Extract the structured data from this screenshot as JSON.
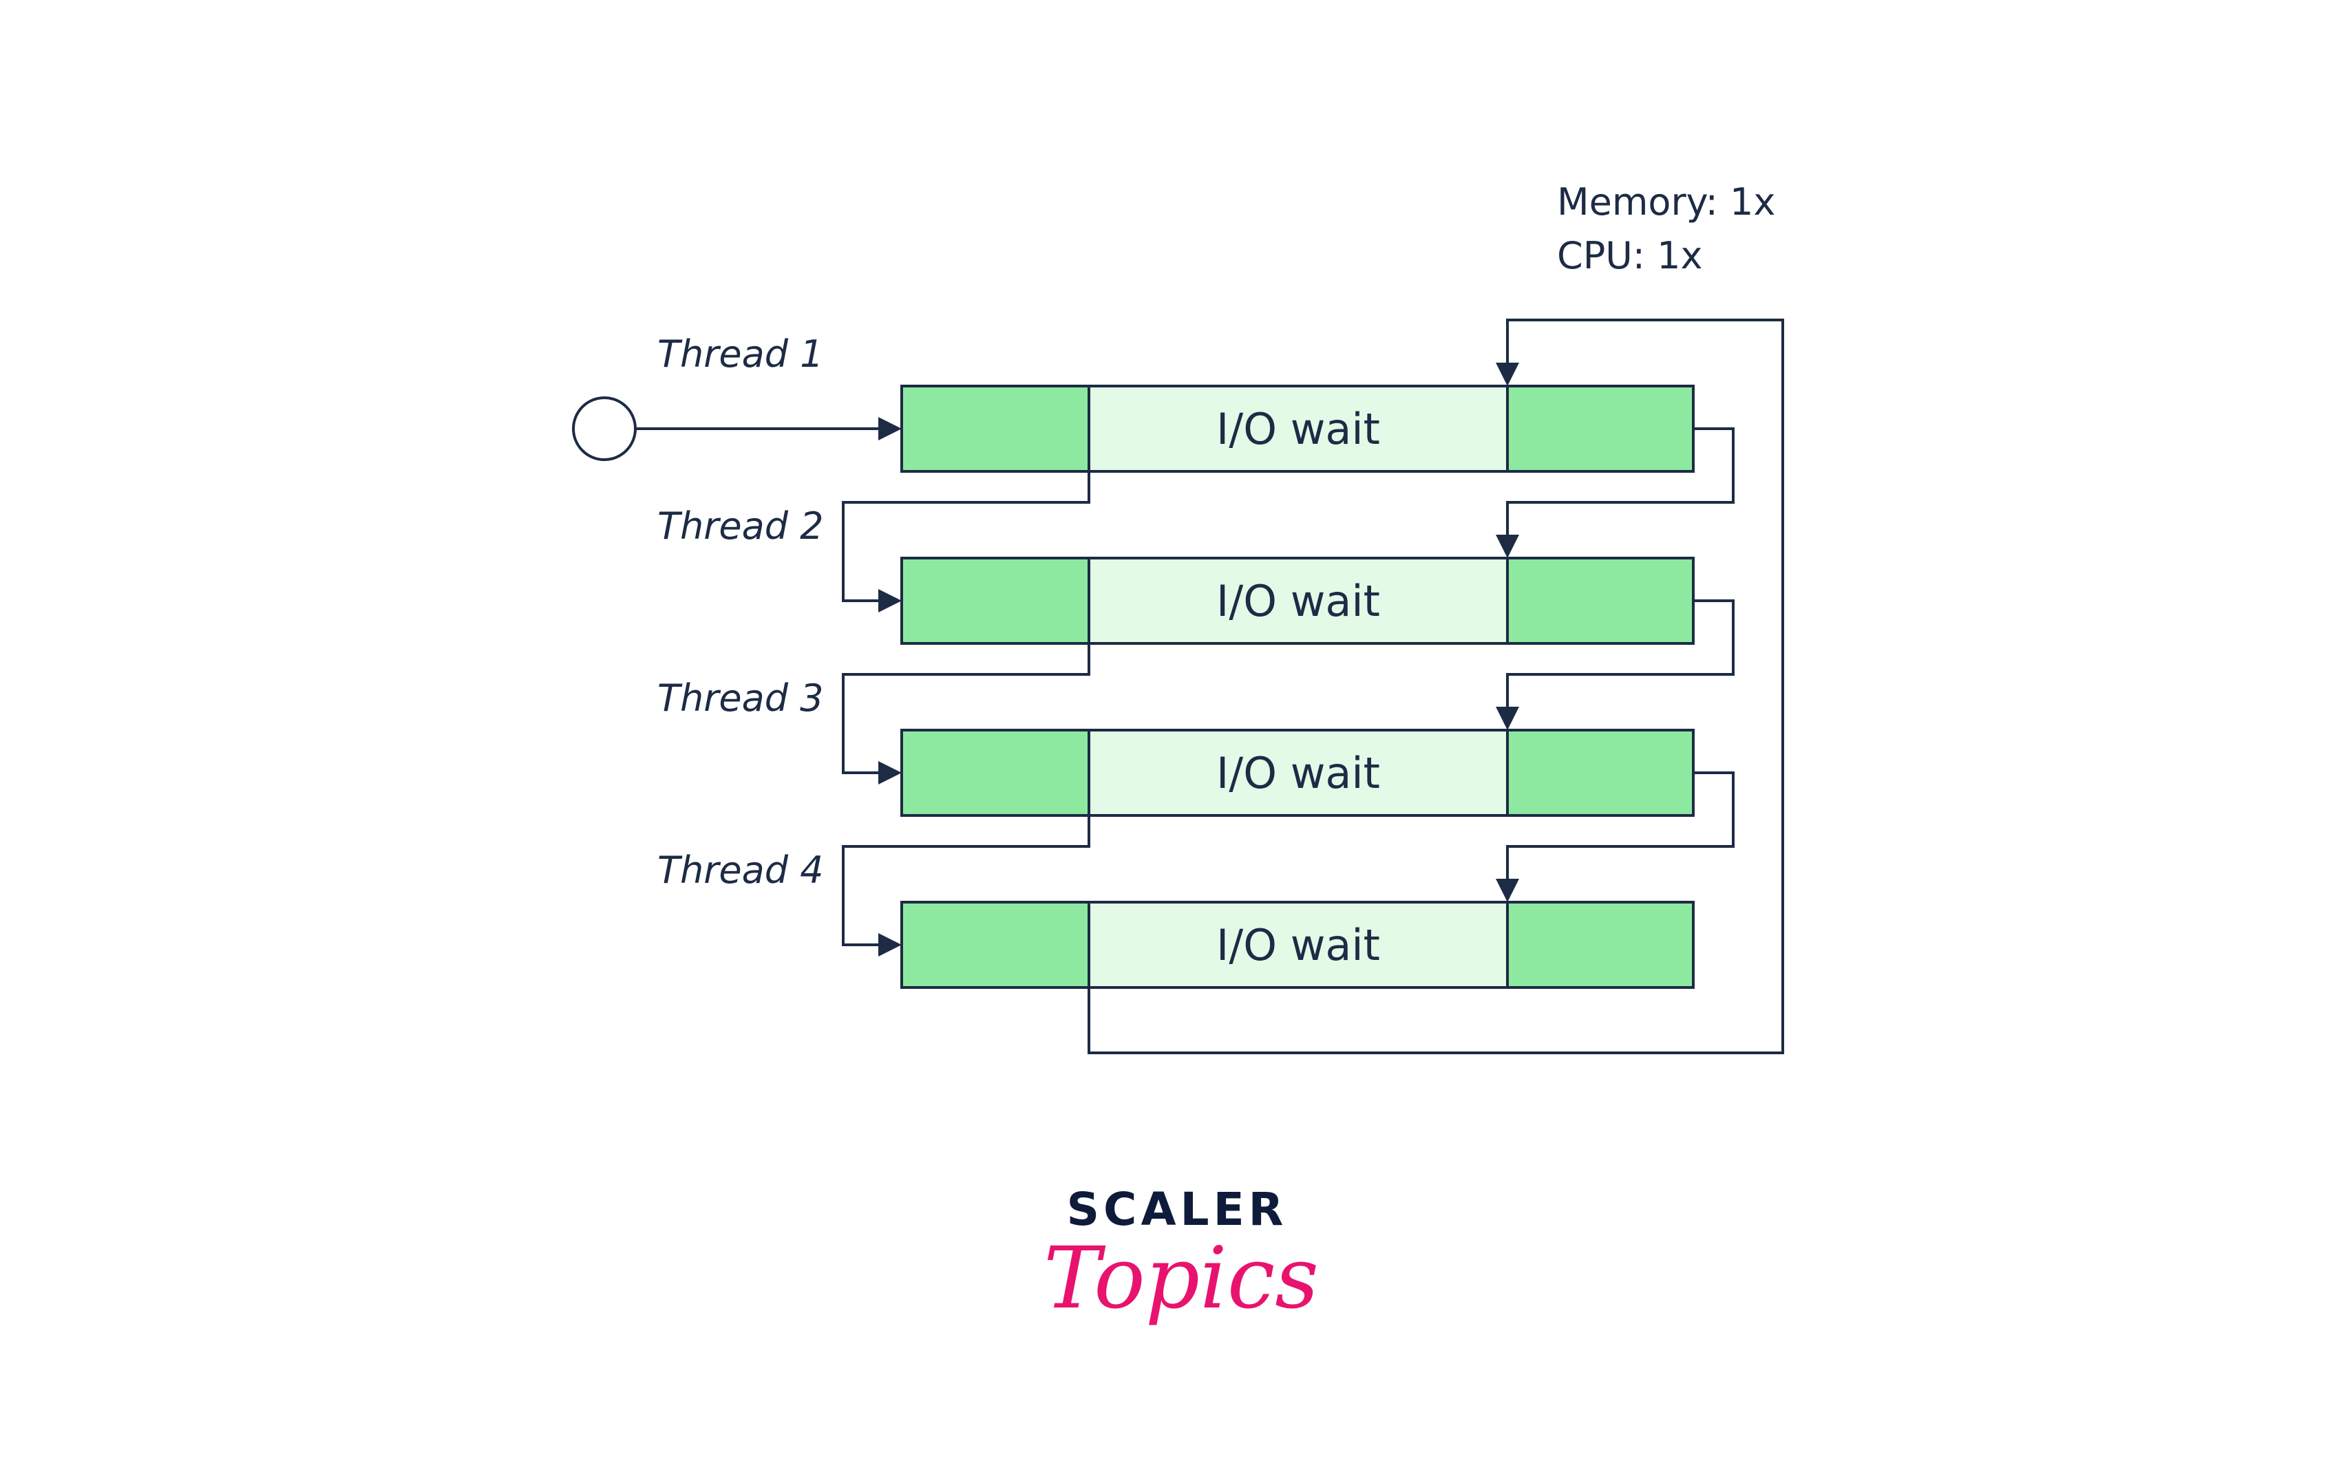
{
  "diagram": {
    "resources": {
      "memory": "Memory: 1x",
      "cpu": "CPU: 1x"
    },
    "threads": [
      {
        "label": "Thread 1",
        "wait_label": "I/O wait"
      },
      {
        "label": "Thread 2",
        "wait_label": "I/O wait"
      },
      {
        "label": "Thread 3",
        "wait_label": "I/O wait"
      },
      {
        "label": "Thread 4",
        "wait_label": "I/O wait"
      }
    ],
    "colors": {
      "cpu_block": "#8de9a0",
      "wait_block": "#e3fae6",
      "ink": "#1d2b45"
    }
  },
  "logo": {
    "top": "SCALER",
    "bottom": "Topics",
    "top_color": "#0e1b3a",
    "bottom_color": "#e8136e"
  }
}
